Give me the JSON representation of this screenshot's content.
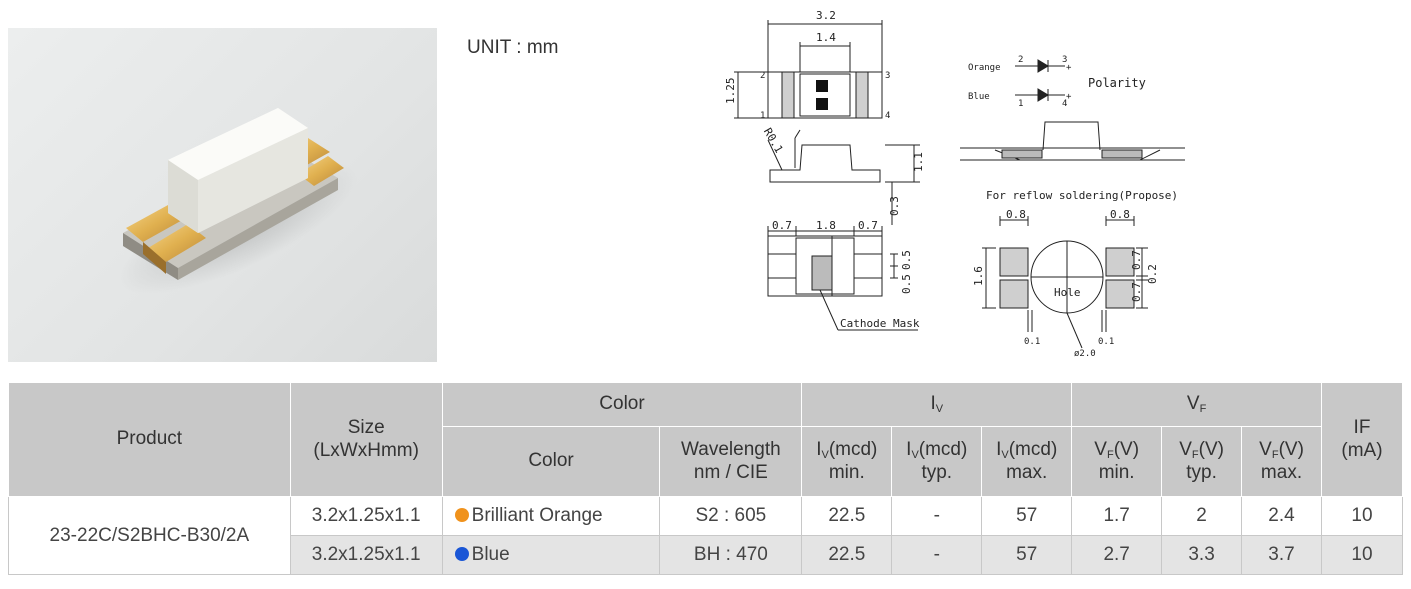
{
  "header": {
    "unit_label": "UNIT : mm"
  },
  "drawing": {
    "dim_length": "3.2",
    "dim_inner": "1.4",
    "dim_width": "1.25",
    "dim_radius": "R0.1",
    "dim_height": "1.1",
    "dim_base": "0.3",
    "dim_pad_left": "0.7",
    "dim_center": "1.8",
    "dim_pad_right": "0.7",
    "dim_half_top": "0.5",
    "dim_half_bottom": "0.5",
    "cathode_mask": "Cathode Mask",
    "pin_1": "1",
    "pin_2": "2",
    "pin_3": "3",
    "pin_4": "4",
    "polarity_title": "Polarity",
    "polarity_orange": "Orange",
    "polarity_blue": "Blue",
    "polarity_plus": "+",
    "reflow_title": "For reflow soldering(Propose)",
    "pad_w_left": "0.8",
    "pad_w_right": "0.8",
    "pad_h_total": "1.6",
    "pad_h_top": "0.7",
    "pad_h_bottom": "0.7",
    "pad_gap": "0.2",
    "hole_label": "Hole",
    "gap_left": "0.1",
    "gap_right": "0.1",
    "hole_dia": "ø2.0"
  },
  "table": {
    "headers": {
      "product": "Product",
      "size": "Size",
      "size_unit": "(LxWxHmm)",
      "color_group": "Color",
      "iv_group_main": "I",
      "iv_group_sub": "V",
      "vf_group_main": "V",
      "vf_group_sub": "F",
      "if_main": "IF",
      "if_unit": "(mA)",
      "color": "Color",
      "wavelength": "Wavelength",
      "wavelength_unit": "nm / CIE",
      "iv_main": "I",
      "iv_sub": "V",
      "iv_unit": "(mcd)",
      "vf_main": "V",
      "vf_sub": "F",
      "vf_unit": "(V)",
      "min": "min.",
      "typ": "typ.",
      "max": "max."
    },
    "product": "23-22C/S2BHC-B30/2A",
    "rows": [
      {
        "size": "3.2x1.25x1.1",
        "color_name": "Brilliant Orange",
        "color_hex": "#f0921c",
        "wavelength": "S2 : 605",
        "iv_min": "22.5",
        "iv_typ": "-",
        "iv_max": "57",
        "vf_min": "1.7",
        "vf_typ": "2",
        "vf_max": "2.4",
        "if": "10"
      },
      {
        "size": "3.2x1.25x1.1",
        "color_name": "Blue",
        "color_hex": "#1a56d6",
        "wavelength": "BH : 470",
        "iv_min": "22.5",
        "iv_typ": "-",
        "iv_max": "57",
        "vf_min": "2.7",
        "vf_typ": "3.3",
        "vf_max": "3.7",
        "if": "10"
      }
    ]
  }
}
